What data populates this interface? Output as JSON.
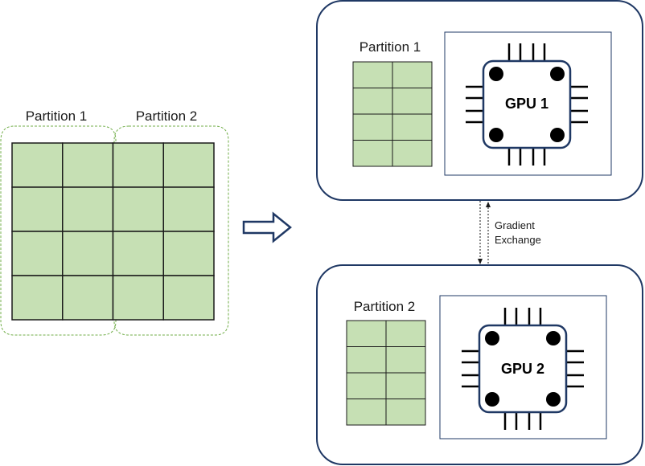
{
  "left_matrix": {
    "label_1": "Partition 1",
    "label_2": "Partition 2",
    "rows": 4,
    "cols": 4
  },
  "nodes": [
    {
      "partition_label": "Partition 1",
      "gpu_label": "GPU 1"
    },
    {
      "partition_label": "Partition 2",
      "gpu_label": "GPU 2"
    }
  ],
  "exchange": {
    "line1": "Gradient",
    "line2": "Exchange"
  },
  "colors": {
    "cell_fill": "#c6e0b4",
    "cell_stroke": "#1a1a1a",
    "dashed_outline": "#70ad47",
    "node_border": "#1f3864",
    "arrow_stroke": "#1f3864",
    "chip_fill": "#ffffff",
    "chip_stroke": "#1f3864",
    "pin": "#000000"
  }
}
